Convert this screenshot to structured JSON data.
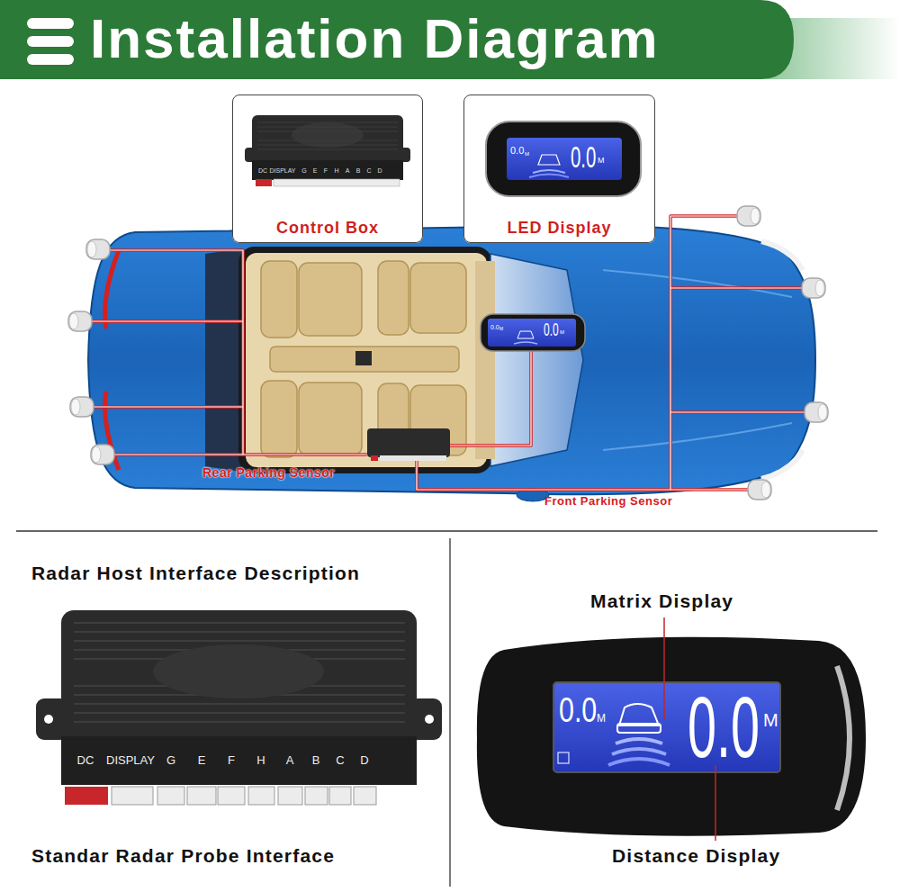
{
  "diagram": {
    "title": "Installation Diagram",
    "nodes": [
      {
        "text": [
          "Control Box"
        ]
      },
      {
        "text": [
          "LED Display"
        ]
      }
    ],
    "labels": [
      "Rear Parking Sensor",
      "Front Parking Sensor",
      "Radar Host Interface Description",
      "Standar Radar Probe Interface",
      "Matrix Display",
      "Distance Display",
      "DC",
      "DISPLAY",
      "G",
      "E",
      "F",
      "H",
      "A",
      "B",
      "C",
      "D",
      "0.0",
      "M",
      "0.0",
      "M",
      "DC",
      "DISPLAY",
      "G",
      "E",
      "F",
      "H",
      "A",
      "B",
      "C",
      "D",
      "0.0",
      "M",
      "0.0",
      "M",
      "0.0",
      "M",
      "0.0",
      "M"
    ]
  }
}
